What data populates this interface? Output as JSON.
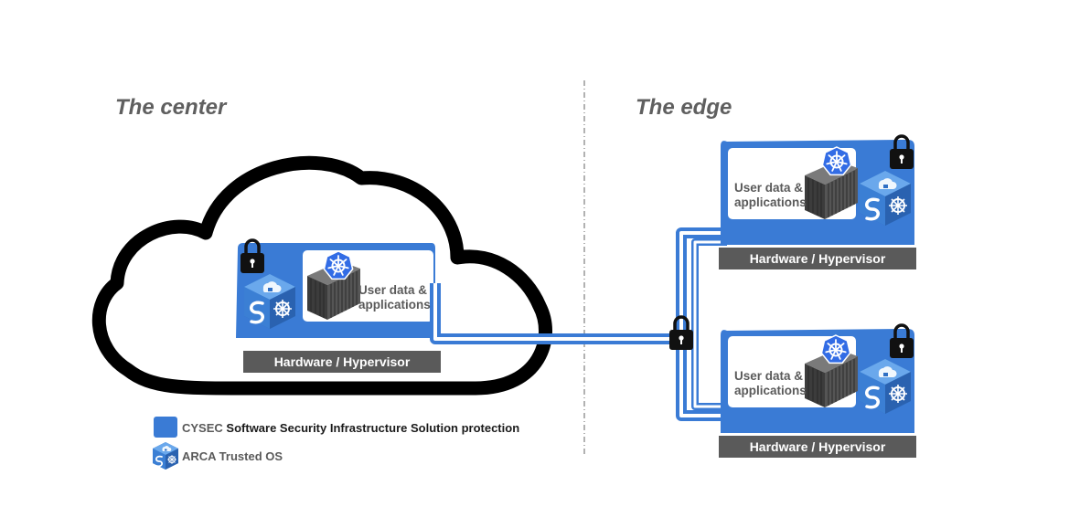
{
  "headings": {
    "center": "The center",
    "edge": "The edge"
  },
  "nodes": {
    "center": {
      "hardware_label": "Hardware / Hypervisor",
      "user_data_line1": "User data &",
      "user_data_line2": "applications"
    },
    "edge_top": {
      "hardware_label": "Hardware / Hypervisor",
      "user_data_line1": "User data &",
      "user_data_line2": "applications"
    },
    "edge_bottom": {
      "hardware_label": "Hardware / Hypervisor",
      "user_data_line1": "User data &",
      "user_data_line2": "applications"
    }
  },
  "legend": {
    "protection_brand": "CYSEC",
    "protection_text": "Software Security Infrastructure Solution protection",
    "os_text": "ARCA Trusted OS"
  },
  "icons": {
    "lock": "padlock-icon",
    "kubernetes": "kubernetes-icon",
    "container": "shipping-container-icon",
    "arca": "arca-cube-icon",
    "cloud": "cloud-outline-icon"
  },
  "colors": {
    "protection_blue": "#3a7bd5",
    "hardware_gray": "#5a5a5a",
    "heading_gray": "#5f5f5f",
    "kubernetes_blue": "#326ce5",
    "cloud_outline": "#000000"
  }
}
